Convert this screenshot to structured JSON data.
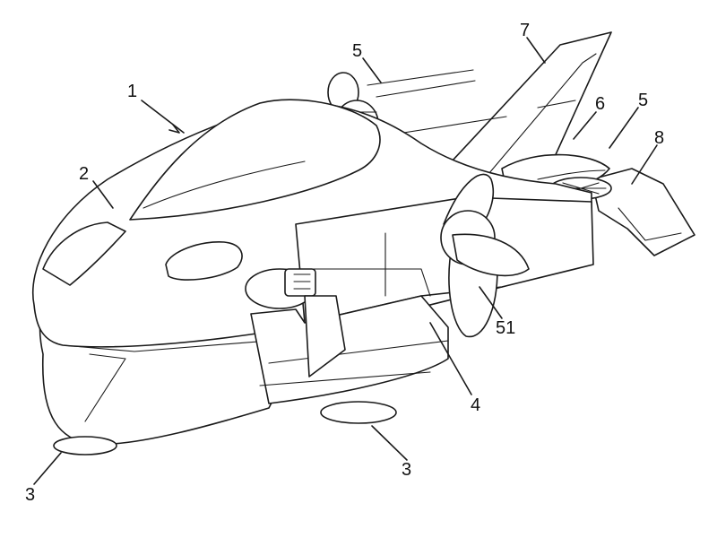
{
  "figure": {
    "labels": {
      "vehicle": "1",
      "window": "2",
      "wheel_front": "3",
      "wheel_mid": "3",
      "body_side": "4",
      "propeller_top": "5",
      "propeller_rear": "5",
      "rotor_rear": "6",
      "wing": "7",
      "tail": "8",
      "propeller_side": "51"
    }
  }
}
